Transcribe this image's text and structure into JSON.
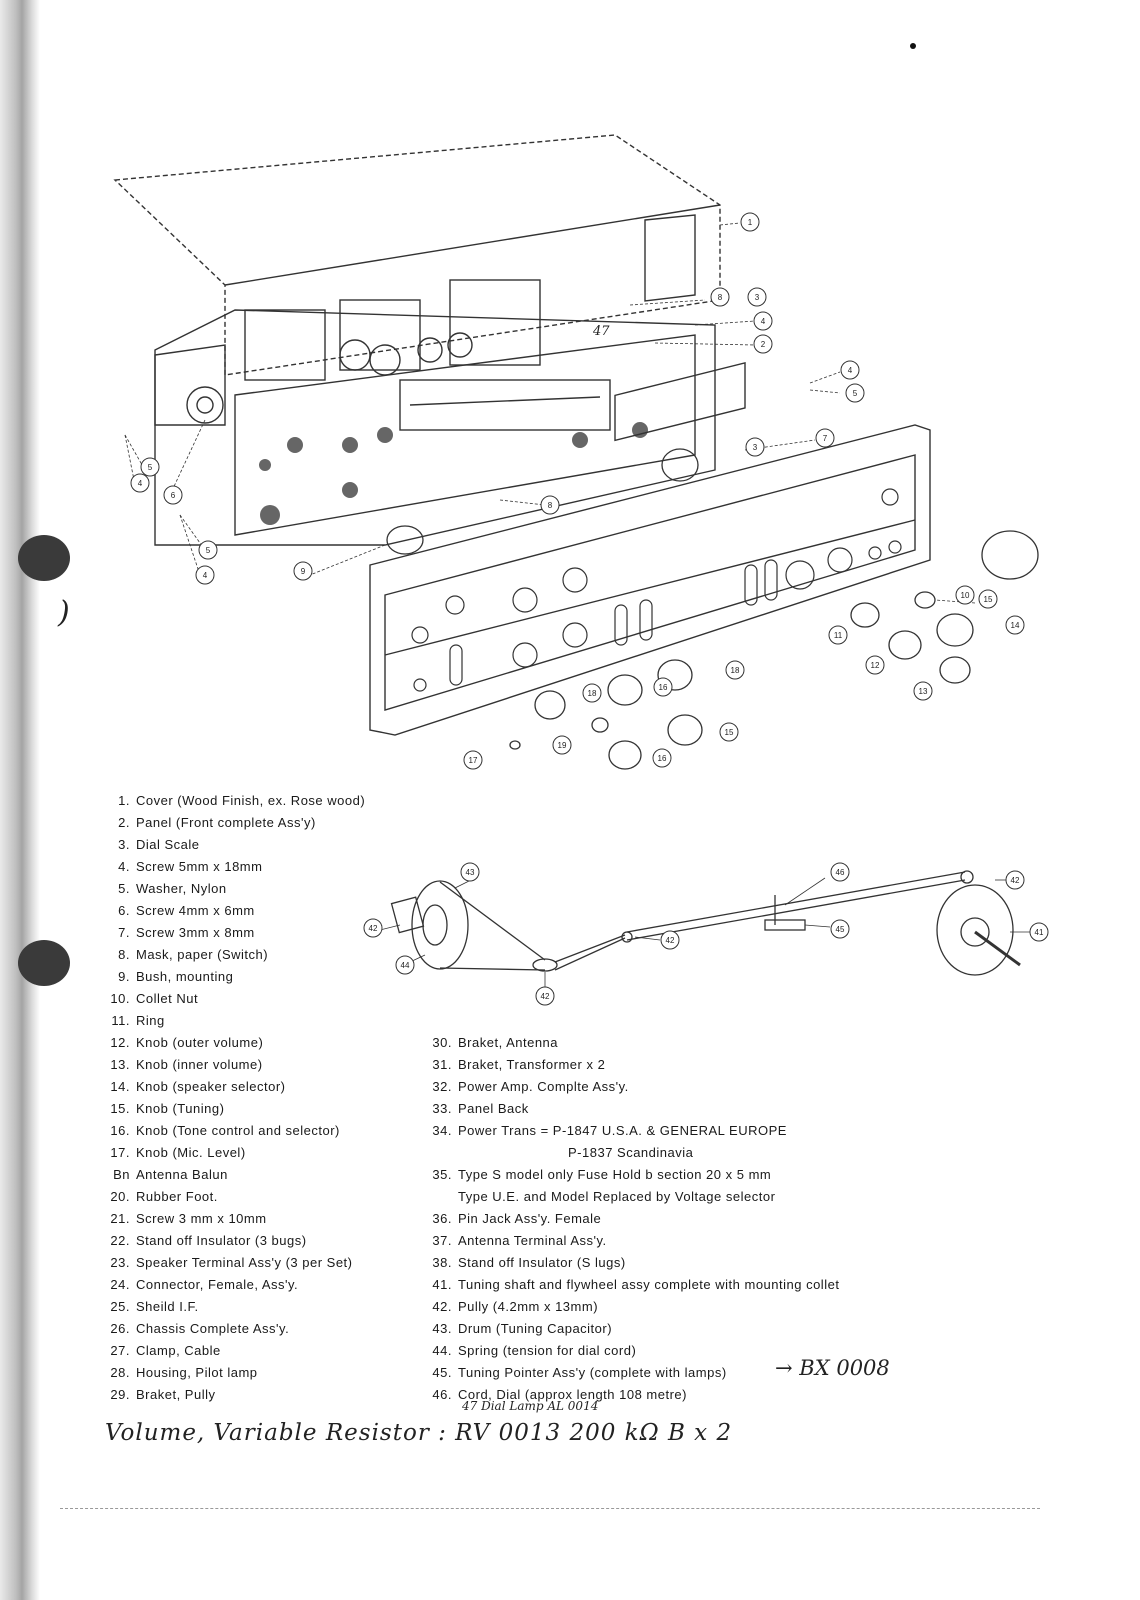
{
  "callouts": {
    "c1": "1",
    "c2": "2",
    "c3": "3",
    "c4": "4",
    "c5": "5",
    "c6": "6",
    "c7": "7",
    "c8": "8",
    "c9": "9",
    "c10": "10",
    "c11": "11",
    "c12": "12",
    "c13": "13",
    "c14": "14",
    "c15": "15",
    "c16": "16",
    "c17": "17",
    "c18": "18",
    "c19": "19",
    "c47": "47",
    "c41": "41",
    "c42": "42",
    "c43": "43",
    "c44": "44",
    "c45": "45",
    "c46": "46"
  },
  "parts_left": [
    {
      "num": "1.",
      "text": "Cover (Wood Finish, ex. Rose wood)"
    },
    {
      "num": "2.",
      "text": "Panel (Front complete Ass'y)"
    },
    {
      "num": "3.",
      "text": "Dial Scale"
    },
    {
      "num": "4.",
      "text": "Screw 5mm x 18mm"
    },
    {
      "num": "5.",
      "text": "Washer, Nylon"
    },
    {
      "num": "6.",
      "text": "Screw 4mm x 6mm"
    },
    {
      "num": "7.",
      "text": "Screw 3mm x 8mm"
    },
    {
      "num": "8.",
      "text": "Mask, paper (Switch)"
    },
    {
      "num": "9.",
      "text": "Bush, mounting"
    },
    {
      "num": "10.",
      "text": "Collet Nut"
    },
    {
      "num": "11.",
      "text": "Ring"
    },
    {
      "num": "12.",
      "text": "Knob (outer volume)"
    },
    {
      "num": "13.",
      "text": "Knob (inner volume)"
    },
    {
      "num": "14.",
      "text": "Knob (speaker selector)"
    },
    {
      "num": "15.",
      "text": "Knob (Tuning)"
    },
    {
      "num": "16.",
      "text": "Knob (Tone control and selector)"
    },
    {
      "num": "17.",
      "text": "Knob (Mic. Level)"
    },
    {
      "num": "Bn",
      "text": "Antenna Balun"
    },
    {
      "num": "20.",
      "text": "Rubber Foot."
    },
    {
      "num": "21.",
      "text": "Screw 3 mm x 10mm"
    },
    {
      "num": "22.",
      "text": "Stand off Insulator (3 bugs)"
    },
    {
      "num": "23.",
      "text": "Speaker Terminal Ass'y (3 per Set)"
    },
    {
      "num": "24.",
      "text": "Connector, Female, Ass'y."
    },
    {
      "num": "25.",
      "text": "Sheild I.F."
    },
    {
      "num": "26.",
      "text": "Chassis Complete Ass'y."
    },
    {
      "num": "27.",
      "text": "Clamp, Cable"
    },
    {
      "num": "28.",
      "text": "Housing, Pilot lamp"
    },
    {
      "num": "29.",
      "text": "Braket, Pully"
    }
  ],
  "parts_right": [
    {
      "num": "30.",
      "text": "Braket, Antenna"
    },
    {
      "num": "31.",
      "text": "Braket, Transformer x 2"
    },
    {
      "num": "32.",
      "text": "Power Amp. Complte Ass'y."
    },
    {
      "num": "33.",
      "text": "Panel Back"
    },
    {
      "num": "34.",
      "text": "Power Trans = P-1847 U.S.A. & GENERAL EUROPE"
    },
    {
      "num": "",
      "text": "P-1837    Scandinavia",
      "indent": true
    },
    {
      "num": "35.",
      "text": "Type S model only Fuse Hold b section 20 x 5 mm"
    },
    {
      "num": "",
      "text": "Type U.E. and Model Replaced by Voltage selector",
      "indent": true
    },
    {
      "num": "36.",
      "text": "Pin Jack Ass'y. Female"
    },
    {
      "num": "37.",
      "text": "Antenna Terminal Ass'y."
    },
    {
      "num": "38.",
      "text": "Stand off Insulator (S lugs)"
    },
    {
      "num": "41.",
      "text": "Tuning shaft and flywheel assy complete with mounting collet"
    },
    {
      "num": "42.",
      "text": "Pully (4.2mm x 13mm)"
    },
    {
      "num": "43.",
      "text": "Drum (Tuning Capacitor)"
    },
    {
      "num": "44.",
      "text": "Spring (tension for dial cord)"
    },
    {
      "num": "45.",
      "text": "Tuning Pointer Ass'y (complete with lamps)"
    },
    {
      "num": "46.",
      "text": "Cord, Dial (approx length 108 metre)"
    }
  ],
  "handwritten": {
    "pointer_code": "→ BX 0008",
    "dial_lamp": "47 Dial Lamp   AL 0014",
    "volume_line": "Volume, Variable Resistor :  RV 0013    200 kΩ B x 2",
    "margin_bracket": ")"
  }
}
